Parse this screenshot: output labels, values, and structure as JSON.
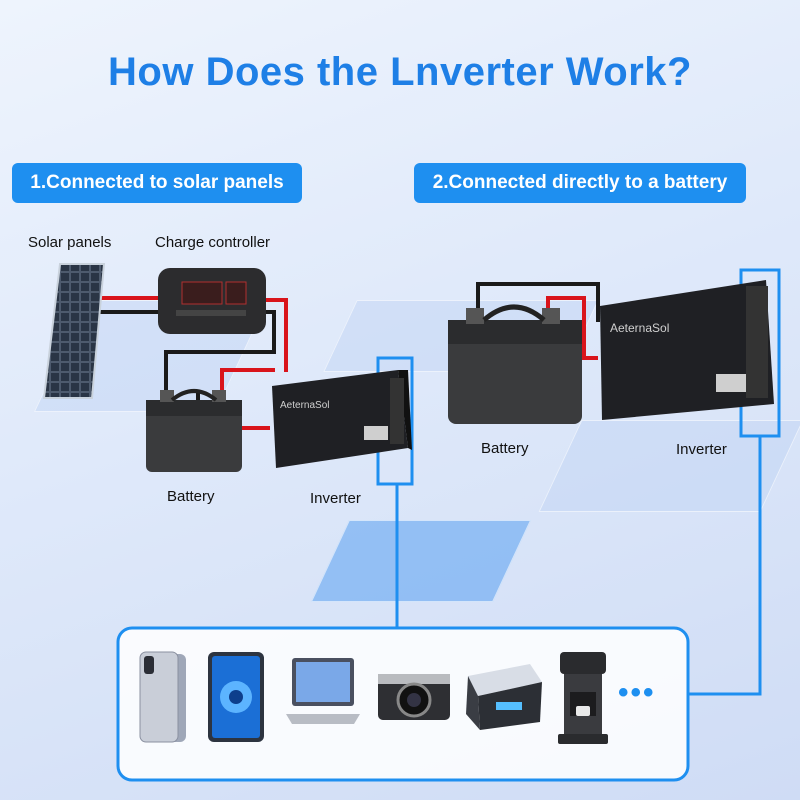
{
  "title": "How Does the Lnverter Work?",
  "sections": [
    {
      "label": "1.Connected to solar panels"
    },
    {
      "label": "2.Connected directly to a battery"
    }
  ],
  "diagram1": {
    "solar_panels": "Solar panels",
    "charge_controller": "Charge controller",
    "battery": "Battery",
    "inverter": "Inverter"
  },
  "diagram2": {
    "battery": "Battery",
    "inverter": "Inverter"
  },
  "brand": "AeternaSol",
  "devices": [
    "phone-icon",
    "tablet-icon",
    "laptop-icon",
    "camera-icon",
    "cooler-icon",
    "coffee-machine-icon",
    "more-icon"
  ],
  "more_symbol": "•••",
  "colors": {
    "accent": "#1e8ff0",
    "title": "#1e7fe6",
    "wire_red": "#d9141b",
    "wire_black": "#1a1a1a"
  }
}
